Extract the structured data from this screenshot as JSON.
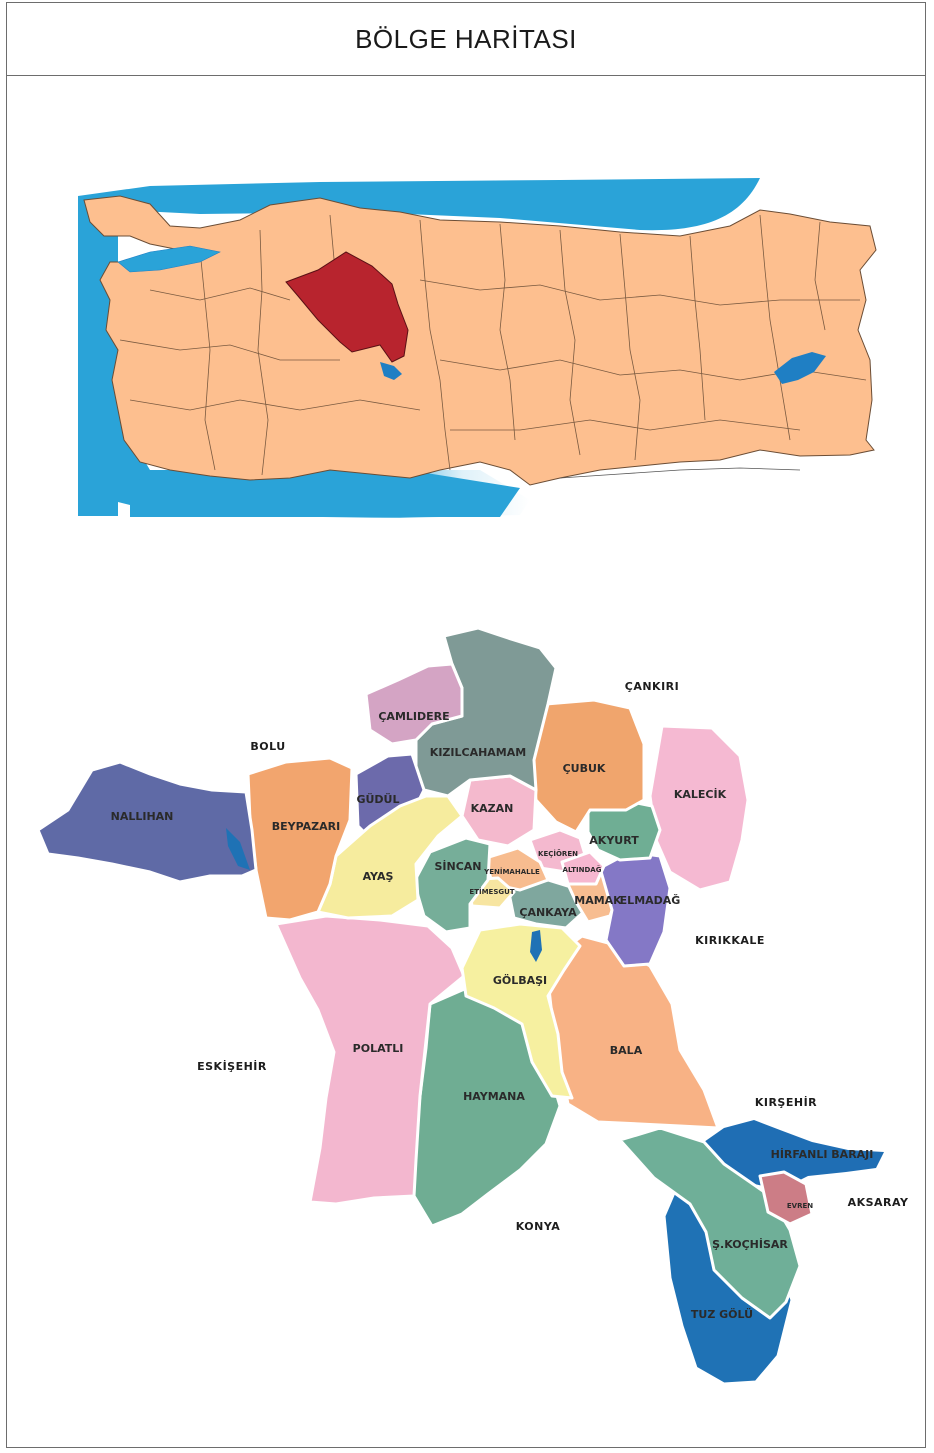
{
  "title": "BÖLGE HARİTASI",
  "colors": {
    "sea": "#2aa3d8",
    "land": "#fdbf8f",
    "highlight_province": "#b8242e",
    "lake": "#1f7fc4"
  },
  "overview_map": {
    "highlighted_province": "Ankara"
  },
  "district_map": {
    "districts": {
      "camlidere": "ÇAMLIDERE",
      "kizilcahamam": "KIZILCAHAMAM",
      "cubuk": "ÇUBUK",
      "kalecik": "KALECİK",
      "nallihan": "NALLIHAN",
      "beypazari": "BEYPAZARI",
      "gudul": "GÜDÜL",
      "kazan": "KAZAN",
      "akyurt": "AKYURT",
      "ayas": "AYAŞ",
      "sincan": "SİNCAN",
      "kecioren": "KEÇİÖREN",
      "yenimahalle": "YENİMAHALLE",
      "altindag": "ALTINDAĞ",
      "etimesgut": "ETİMESGUT",
      "mamak": "MAMAK",
      "elmadag": "ELMADAĞ",
      "cankaya": "ÇANKAYA",
      "golbasi": "GÖLBAŞI",
      "polatli": "POLATLI",
      "haymana": "HAYMANA",
      "bala": "BALA",
      "evren": "EVREN",
      "sereflikochisar": "Ş.KOÇHİSAR",
      "tuzgolu": "TUZ GÖLÜ",
      "hirfanli": "HİRFANLI BARAJI"
    },
    "neighbors": {
      "cankiri": "ÇANKIRI",
      "bolu": "BOLU",
      "kirikkale": "KIRIKKALE",
      "eskisehir": "ESKİŞEHİR",
      "kirsehir": "KIRŞEHİR",
      "aksaray": "AKSARAY",
      "konya": "KONYA"
    }
  }
}
